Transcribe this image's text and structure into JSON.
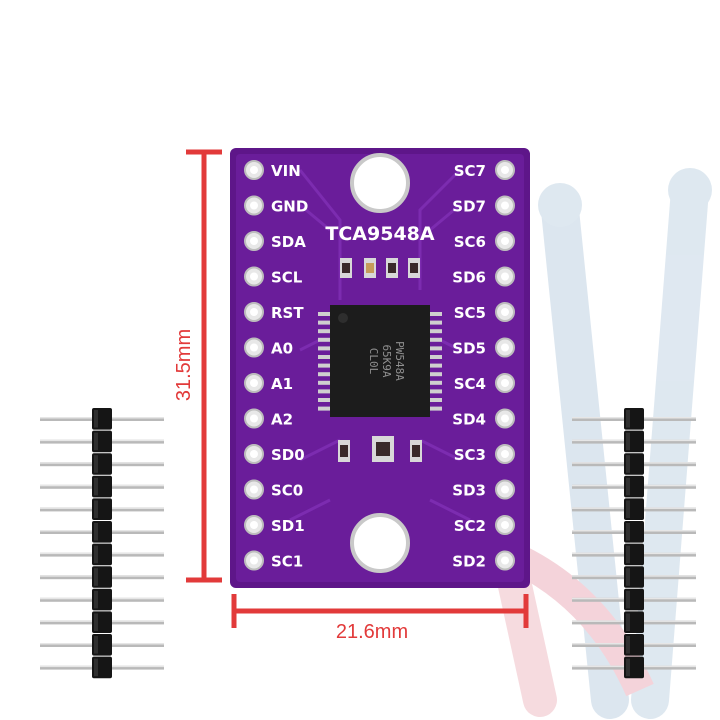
{
  "board": {
    "title": "TCA9548A",
    "chip_marking": [
      "PW548A",
      "65K9A",
      "CL0L"
    ],
    "left_pins": [
      "VIN",
      "GND",
      "SDA",
      "SCL",
      "RST",
      "A0",
      "A1",
      "A2",
      "SD0",
      "SC0",
      "SD1",
      "SC1"
    ],
    "right_pins": [
      "SC7",
      "SD7",
      "SC6",
      "SD6",
      "SC5",
      "SD5",
      "SC4",
      "SD4",
      "SC3",
      "SD3",
      "SC2",
      "SD2"
    ],
    "color": "#6a1d9a"
  },
  "dimensions": {
    "height_label": "31.5mm",
    "width_label": "21.6mm",
    "color": "#e23a3a"
  },
  "headers": {
    "pin_count": 12
  }
}
